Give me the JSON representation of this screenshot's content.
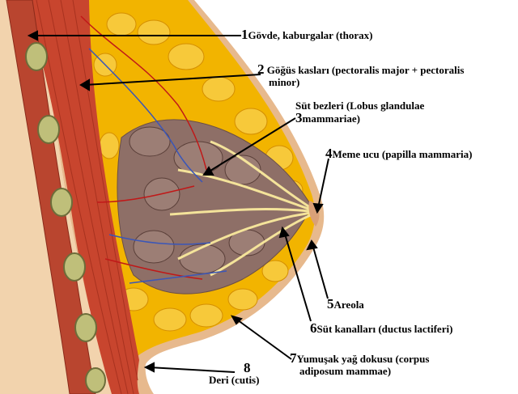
{
  "diagram": {
    "colors": {
      "skin": "#f2d3ad",
      "muscle": "#c8452e",
      "fat": "#f2b400",
      "gland": "#8e6f67",
      "duct": "#f4e39a",
      "vessel_red": "#c01818",
      "vessel_blue": "#3a56b8"
    },
    "labels": [
      {
        "num": "1",
        "text": "Gövde, kaburgalar (thorax)"
      },
      {
        "num": "2",
        "text": "Göğüs kasları (pectoralis major + pectoralis",
        "text2": "minor)"
      },
      {
        "num": "3",
        "text": "Süt bezleri (Lobus glandulae",
        "text2": "mammariae)"
      },
      {
        "num": "4",
        "text": "Meme ucu (papilla mammaria)"
      },
      {
        "num": "5",
        "text": "Areola"
      },
      {
        "num": "6",
        "text": "Süt kanalları (ductus lactiferi)"
      },
      {
        "num": "7",
        "text": "Yumuşak yağ dokusu (corpus",
        "text2": "adiposum mammae)"
      },
      {
        "num": "8",
        "text": "Deri (cutis)"
      }
    ]
  }
}
